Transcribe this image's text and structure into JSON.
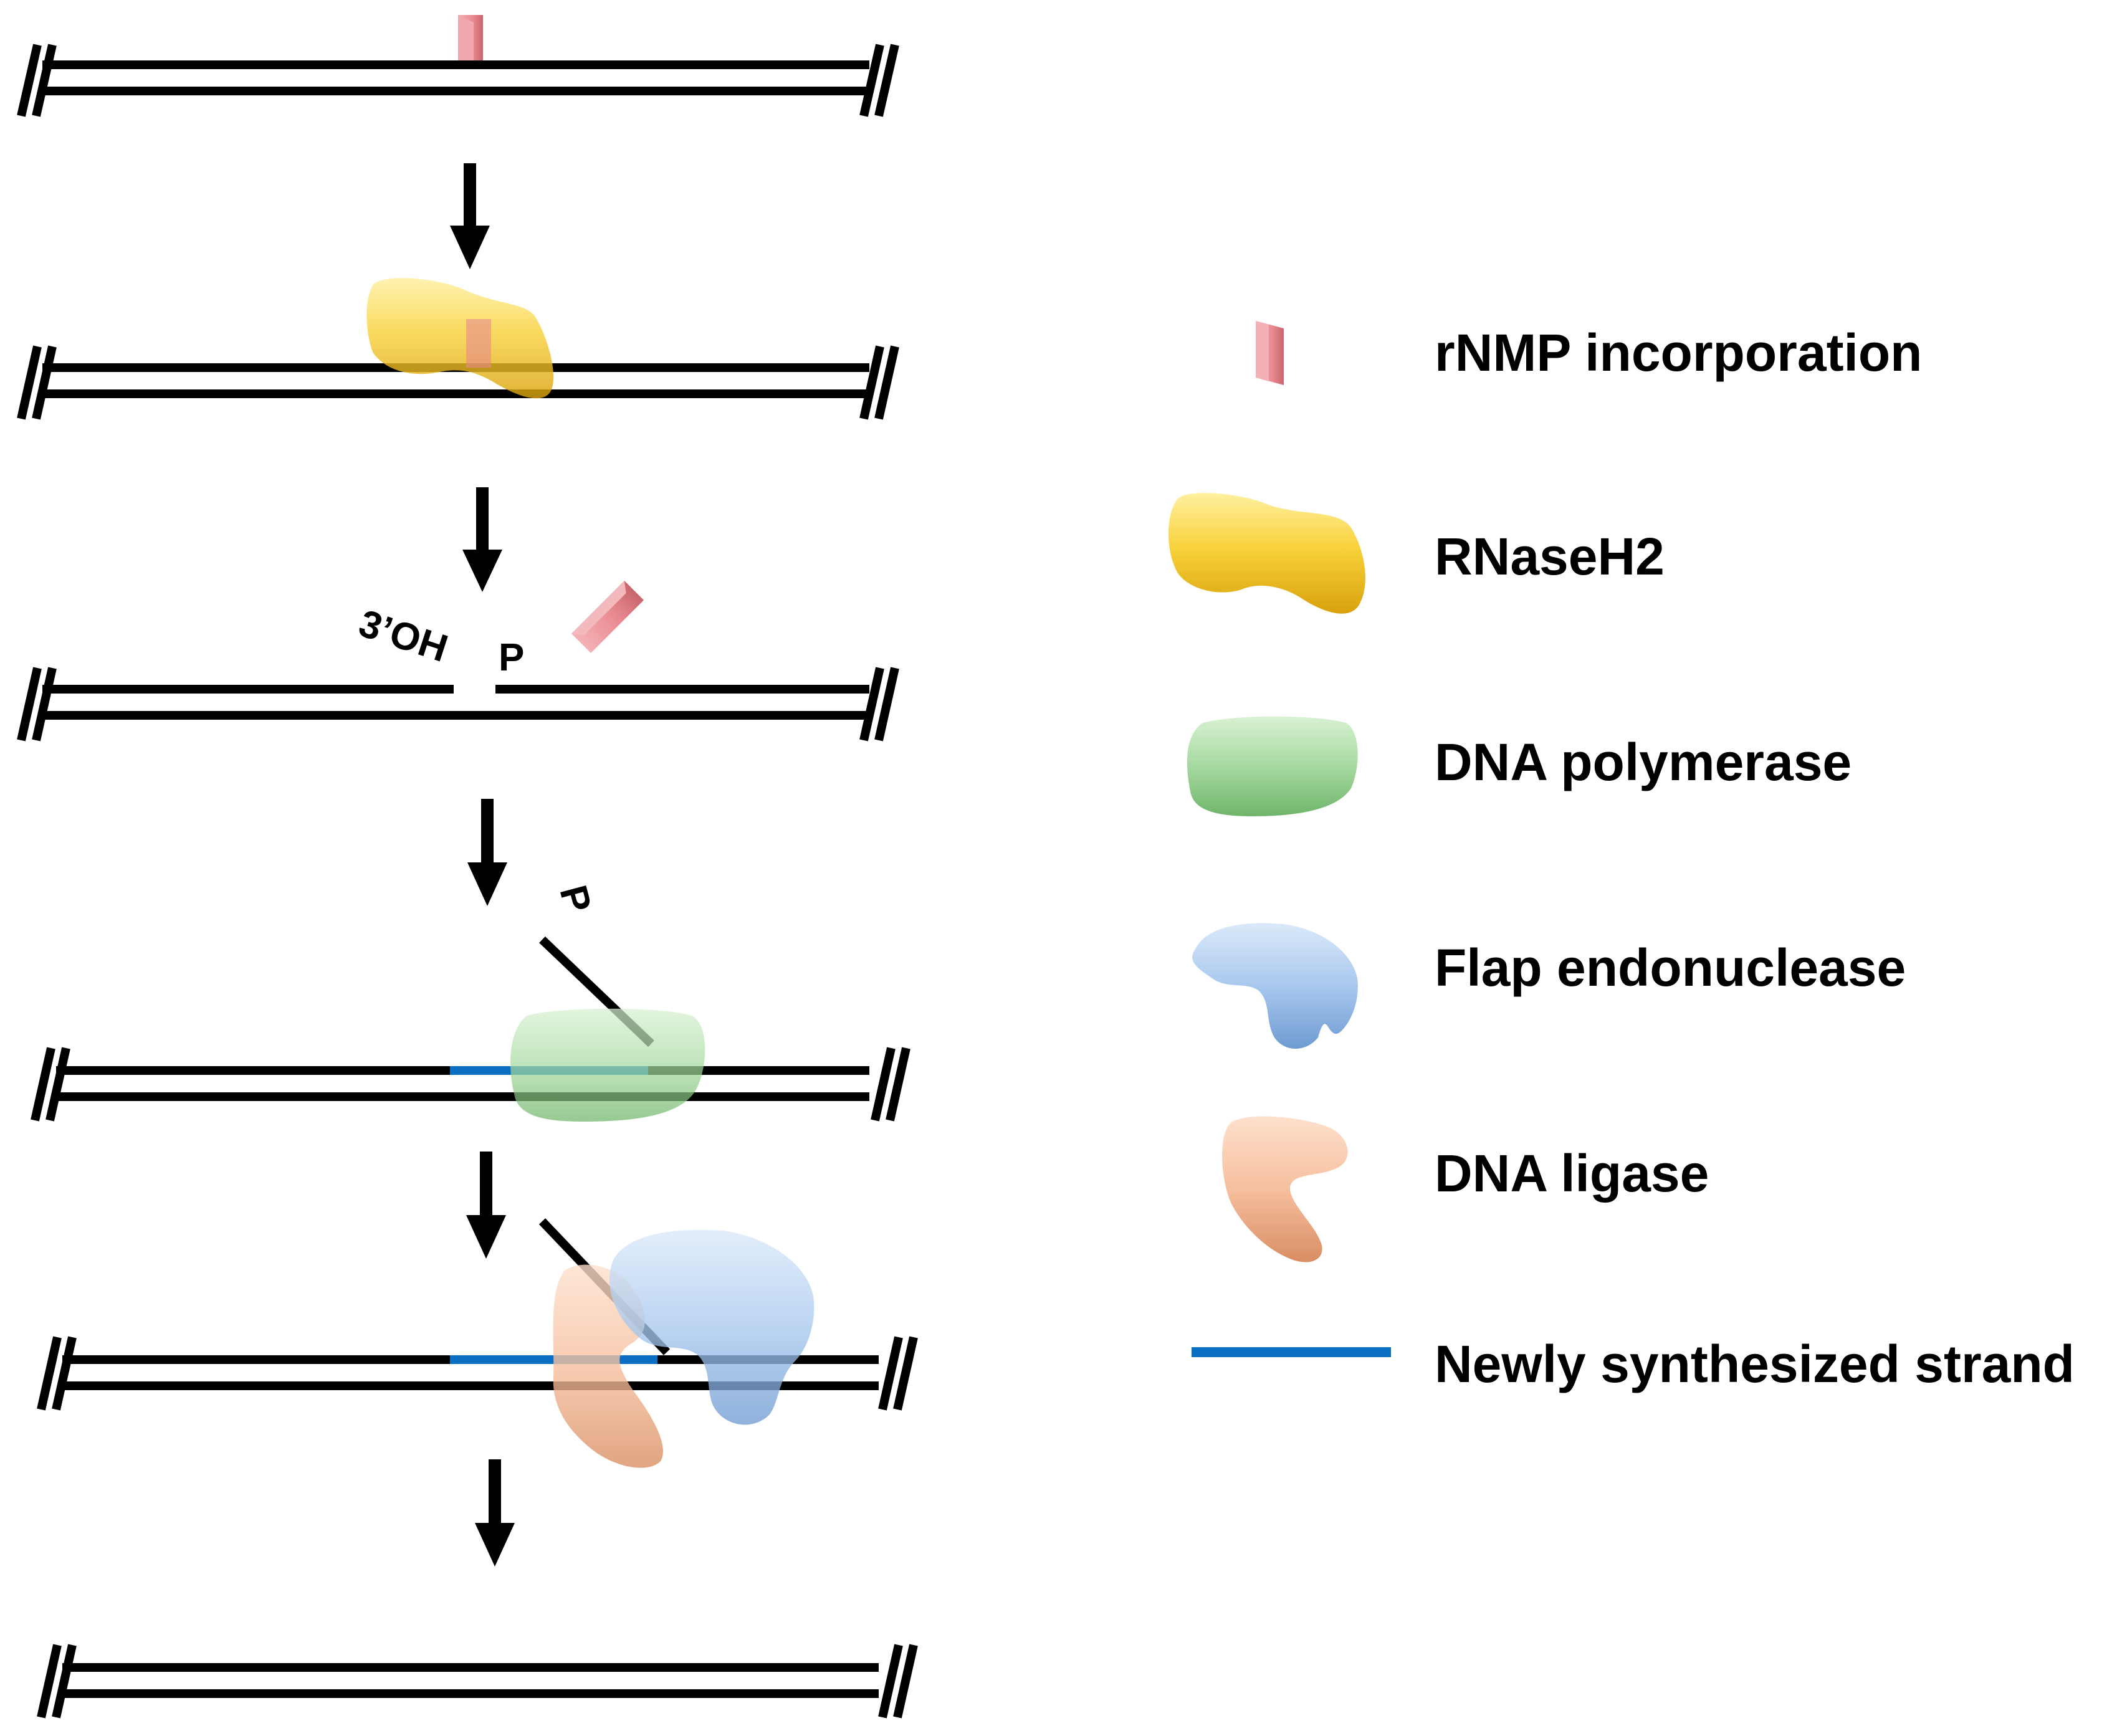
{
  "diagram": {
    "end_labels": {
      "three_prime_oh": "3’OH",
      "phosphate": "P",
      "flap_phosphate": "P"
    }
  },
  "legend": {
    "items": [
      {
        "label": "rNMP incorporation",
        "icon": "rnmp-icon",
        "color": "#e8898f"
      },
      {
        "label": "RNaseH2",
        "icon": "rnaseh2-icon",
        "color": "#f5c21b"
      },
      {
        "label": "DNA polymerase",
        "icon": "dna-polymerase-icon",
        "color": "#9fd39a"
      },
      {
        "label": "Flap endonuclease",
        "icon": "flap-endonuclease-icon",
        "color": "#9ec2ea"
      },
      {
        "label": "DNA ligase",
        "icon": "dna-ligase-icon",
        "color": "#f4b896"
      },
      {
        "label": "Newly synthesized strand",
        "icon": "new-strand-line-icon",
        "color": "#0a6fc2"
      }
    ]
  },
  "colors": {
    "strand": "#000000",
    "new_strand": "#0a6fc2",
    "rnmp": "#e8898f",
    "rnaseh2": "#f5c21b",
    "polymerase": "#9fd39a",
    "flap_endonuclease": "#9ec2ea",
    "ligase": "#f4b896"
  }
}
